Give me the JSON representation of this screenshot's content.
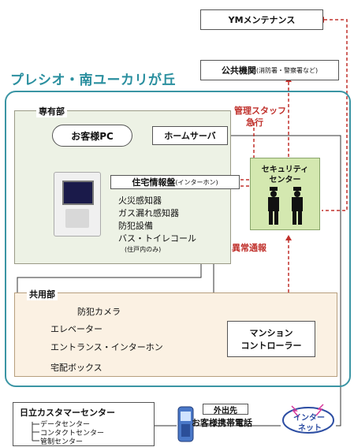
{
  "title": "プレシオ・南ユーカリが丘",
  "top": {
    "maintenance": "YMメンテナンス",
    "public_agency": "公共機関",
    "public_agency_note": "(消防署・警察署など)"
  },
  "private_section": {
    "label": "専有部",
    "customer_pc": "お客様PC",
    "home_server": "ホームサーバ",
    "info_panel": "住宅情報盤",
    "info_panel_note": "(インターホン)",
    "sensors": [
      "火災感知器",
      "ガス漏れ感知器",
      "防犯設備",
      "バス・トイレコール"
    ],
    "sensor_note": "(住戸内のみ)"
  },
  "security": {
    "label_line1": "セキュリティ",
    "label_line2": "センター",
    "staff_rush_line1": "管理スタッフ",
    "staff_rush_line2": "急行",
    "alert": "異常通報"
  },
  "common_section": {
    "label": "共用部",
    "camera": "防犯カメラ",
    "elevator": "エレベーター",
    "entrance": "エントランス・インターホン",
    "delivery": "宅配ボックス",
    "controller_line1": "マンション",
    "controller_line2": "コントローラー"
  },
  "bottom": {
    "hitachi_title": "日立カスタマーセンター",
    "hitachi_items": [
      "データセンター",
      "コンタクトセンター",
      "管制センター"
    ],
    "outside_label": "外出先",
    "phone_label": "お客様携帯電話",
    "internet_line1": "インター",
    "internet_line2": "ネット"
  },
  "colors": {
    "accent": "#3b95a4",
    "alert_red": "#c0312c",
    "private_bg": "#edf2e5",
    "common_bg": "#fbf1e3",
    "security_bg": "#d4e8b0"
  }
}
